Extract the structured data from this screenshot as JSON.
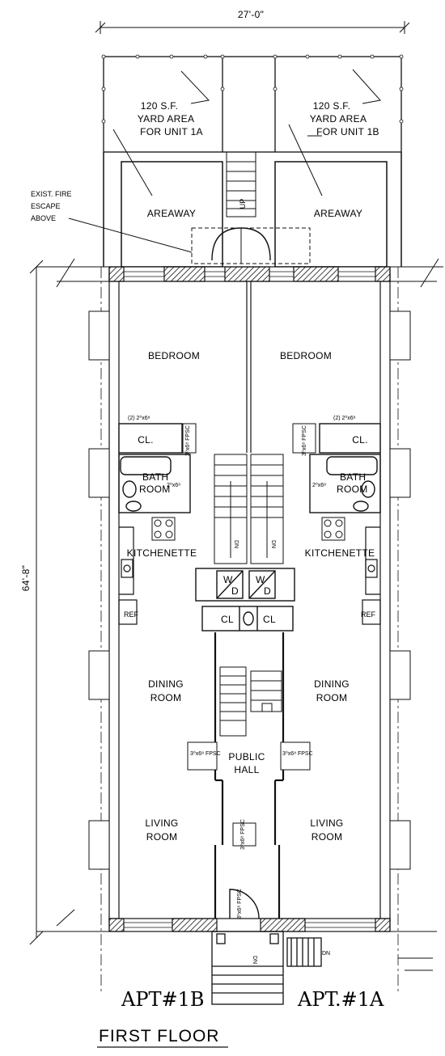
{
  "dims": {
    "width": "27'-0\"",
    "depth": "64'-8\""
  },
  "yard_left": {
    "area": "120 S.F.",
    "line1": "YARD AREA",
    "line2": "FOR UNIT 1A"
  },
  "yard_right": {
    "area": "120 S.F.",
    "line1": "YARD AREA",
    "line2": "FOR UNIT 1B"
  },
  "areaway": "AREAWAY",
  "fire_escape": {
    "line1": "EXIST. FIRE",
    "line2": "ESCAPE",
    "line3": "ABOVE"
  },
  "stair_up": "UP",
  "stair_dn": "DN",
  "rooms": {
    "bedroom": "BEDROOM",
    "closet": "CL.",
    "bath_1": "BATH",
    "bath_2": "ROOM",
    "kitchenette": "KITCHENETTE",
    "ref": "REF",
    "dining_1": "DINING",
    "dining_2": "ROOM",
    "living_1": "LIVING",
    "living_2": "ROOM",
    "public_hall_1": "PUBLIC",
    "public_hall_2": "HALL",
    "wd_w": "W",
    "wd_d": "D",
    "cl_small": "CL"
  },
  "door_tags": {
    "double_closet": "(2) 2⁰x6⁸",
    "fpsc": "3⁰x6⁸ FPSC",
    "bath_door": "2⁰x6⁸"
  },
  "apt_left": "APT#1B",
  "apt_right": "APT.#1A",
  "floor_title": "FIRST FLOOR"
}
